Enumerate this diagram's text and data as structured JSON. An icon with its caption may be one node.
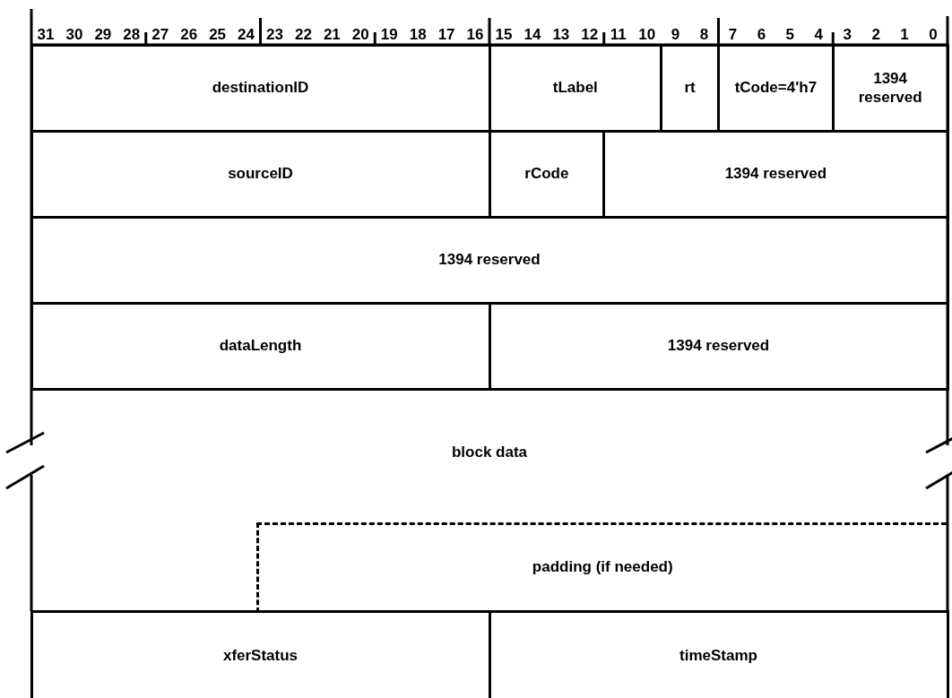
{
  "diagram": {
    "nodes": [
      {
        "text": [
          "destinationID"
        ]
      },
      {
        "text": [
          "tLabel"
        ]
      },
      {
        "text": [
          "rt"
        ]
      },
      {
        "text": [
          "tCode=4'h7"
        ]
      },
      {
        "text": [
          "1394 reserved"
        ]
      },
      {
        "text": [
          "sourceID"
        ]
      },
      {
        "text": [
          "rCode"
        ]
      },
      {
        "text": [
          "1394 reserved"
        ]
      },
      {
        "text": [
          "1394 reserved"
        ]
      },
      {
        "text": [
          "dataLength"
        ]
      },
      {
        "text": [
          "1394 reserved"
        ]
      },
      {
        "text": [
          "block data"
        ]
      },
      {
        "text": [
          "padding (if needed)"
        ],
        "in": 11
      },
      {
        "text": [
          "xferStatus"
        ]
      },
      {
        "text": [
          "timeStamp"
        ]
      }
    ],
    "edges": [],
    "labels": [
      "31",
      "30",
      "29",
      "28",
      "27",
      "26",
      "25",
      "24",
      "23",
      "22",
      "21",
      "20",
      "19",
      "18",
      "17",
      "16",
      "15",
      "14",
      "13",
      "12",
      "11",
      "10",
      "9",
      "8",
      "7",
      "6",
      "5",
      "4",
      "3",
      "2",
      "1",
      "0"
    ]
  }
}
